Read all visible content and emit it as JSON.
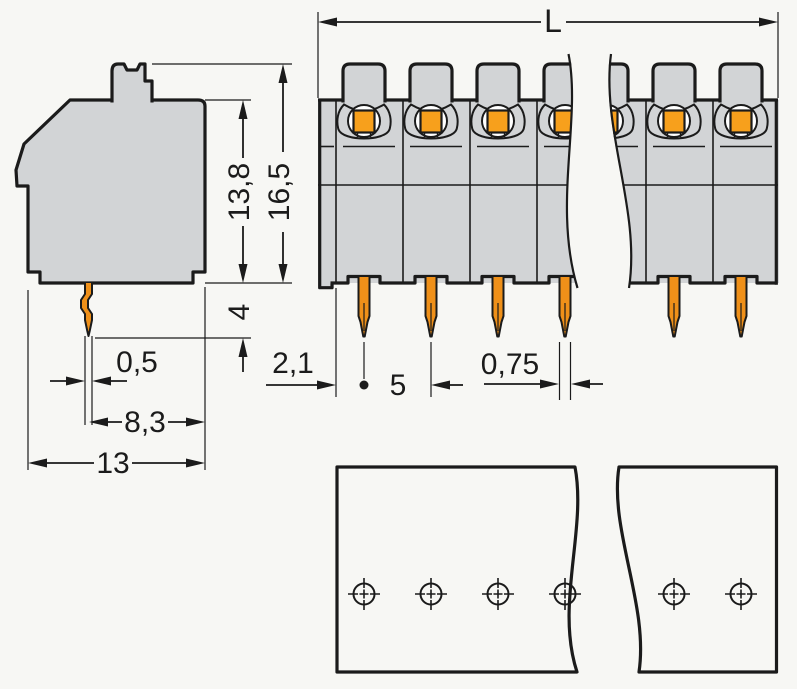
{
  "drawing_title": "pcb-terminal-block-dimensional-drawing",
  "colors": {
    "background": "#f7f7f4",
    "housing": "#d2d4d6",
    "actuator_orange": "#f7a01c",
    "pin_orange": "#ef9019",
    "line": "#1b1b1b"
  },
  "side_view": {
    "dims": {
      "housing_height": "13,8",
      "overall_height": "16,5",
      "pin_protrusion": "4",
      "pin_thickness": "0,5",
      "pin_offset_from_rear": "8,3",
      "housing_depth": "13"
    }
  },
  "front_view": {
    "dims": {
      "overall_length": "L",
      "edge_to_first_pole": "2,1",
      "pole_pitch": "5",
      "pin_width": "0,75"
    },
    "poles_shown": 6
  },
  "pcb_pattern": {
    "holes_shown": 6
  }
}
